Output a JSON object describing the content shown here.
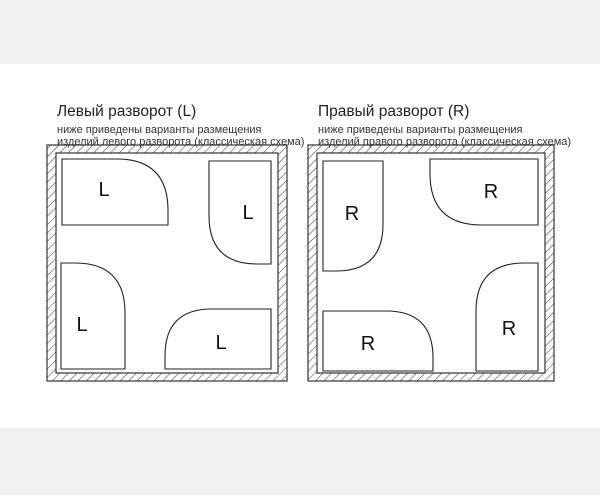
{
  "panels": [
    {
      "id": "left",
      "title": "Левый разворот (L)",
      "desc_line1": "ниже приведены варианты размещения",
      "desc_line2": "изделий левого разворота (классическая схема)",
      "trays": [
        {
          "corner": "top-left",
          "letter": "L"
        },
        {
          "corner": "top-right",
          "letter": "L"
        },
        {
          "corner": "bottom-left",
          "letter": "L"
        },
        {
          "corner": "bottom-right",
          "letter": "L"
        }
      ]
    },
    {
      "id": "right",
      "title": "Правый разворот (R)",
      "desc_line1": "ниже приведены варианты размещения",
      "desc_line2": "изделий правого разворота (классическая схема)",
      "trays": [
        {
          "corner": "top-left",
          "letter": "R"
        },
        {
          "corner": "top-right",
          "letter": "R"
        },
        {
          "corner": "bottom-left",
          "letter": "R"
        },
        {
          "corner": "bottom-right",
          "letter": "R"
        }
      ]
    }
  ],
  "colors": {
    "wall_stroke": "#333333",
    "hatch": "#444444",
    "tray_stroke": "#222222",
    "background": "#ffffff",
    "bands": "#f1f1f1"
  }
}
